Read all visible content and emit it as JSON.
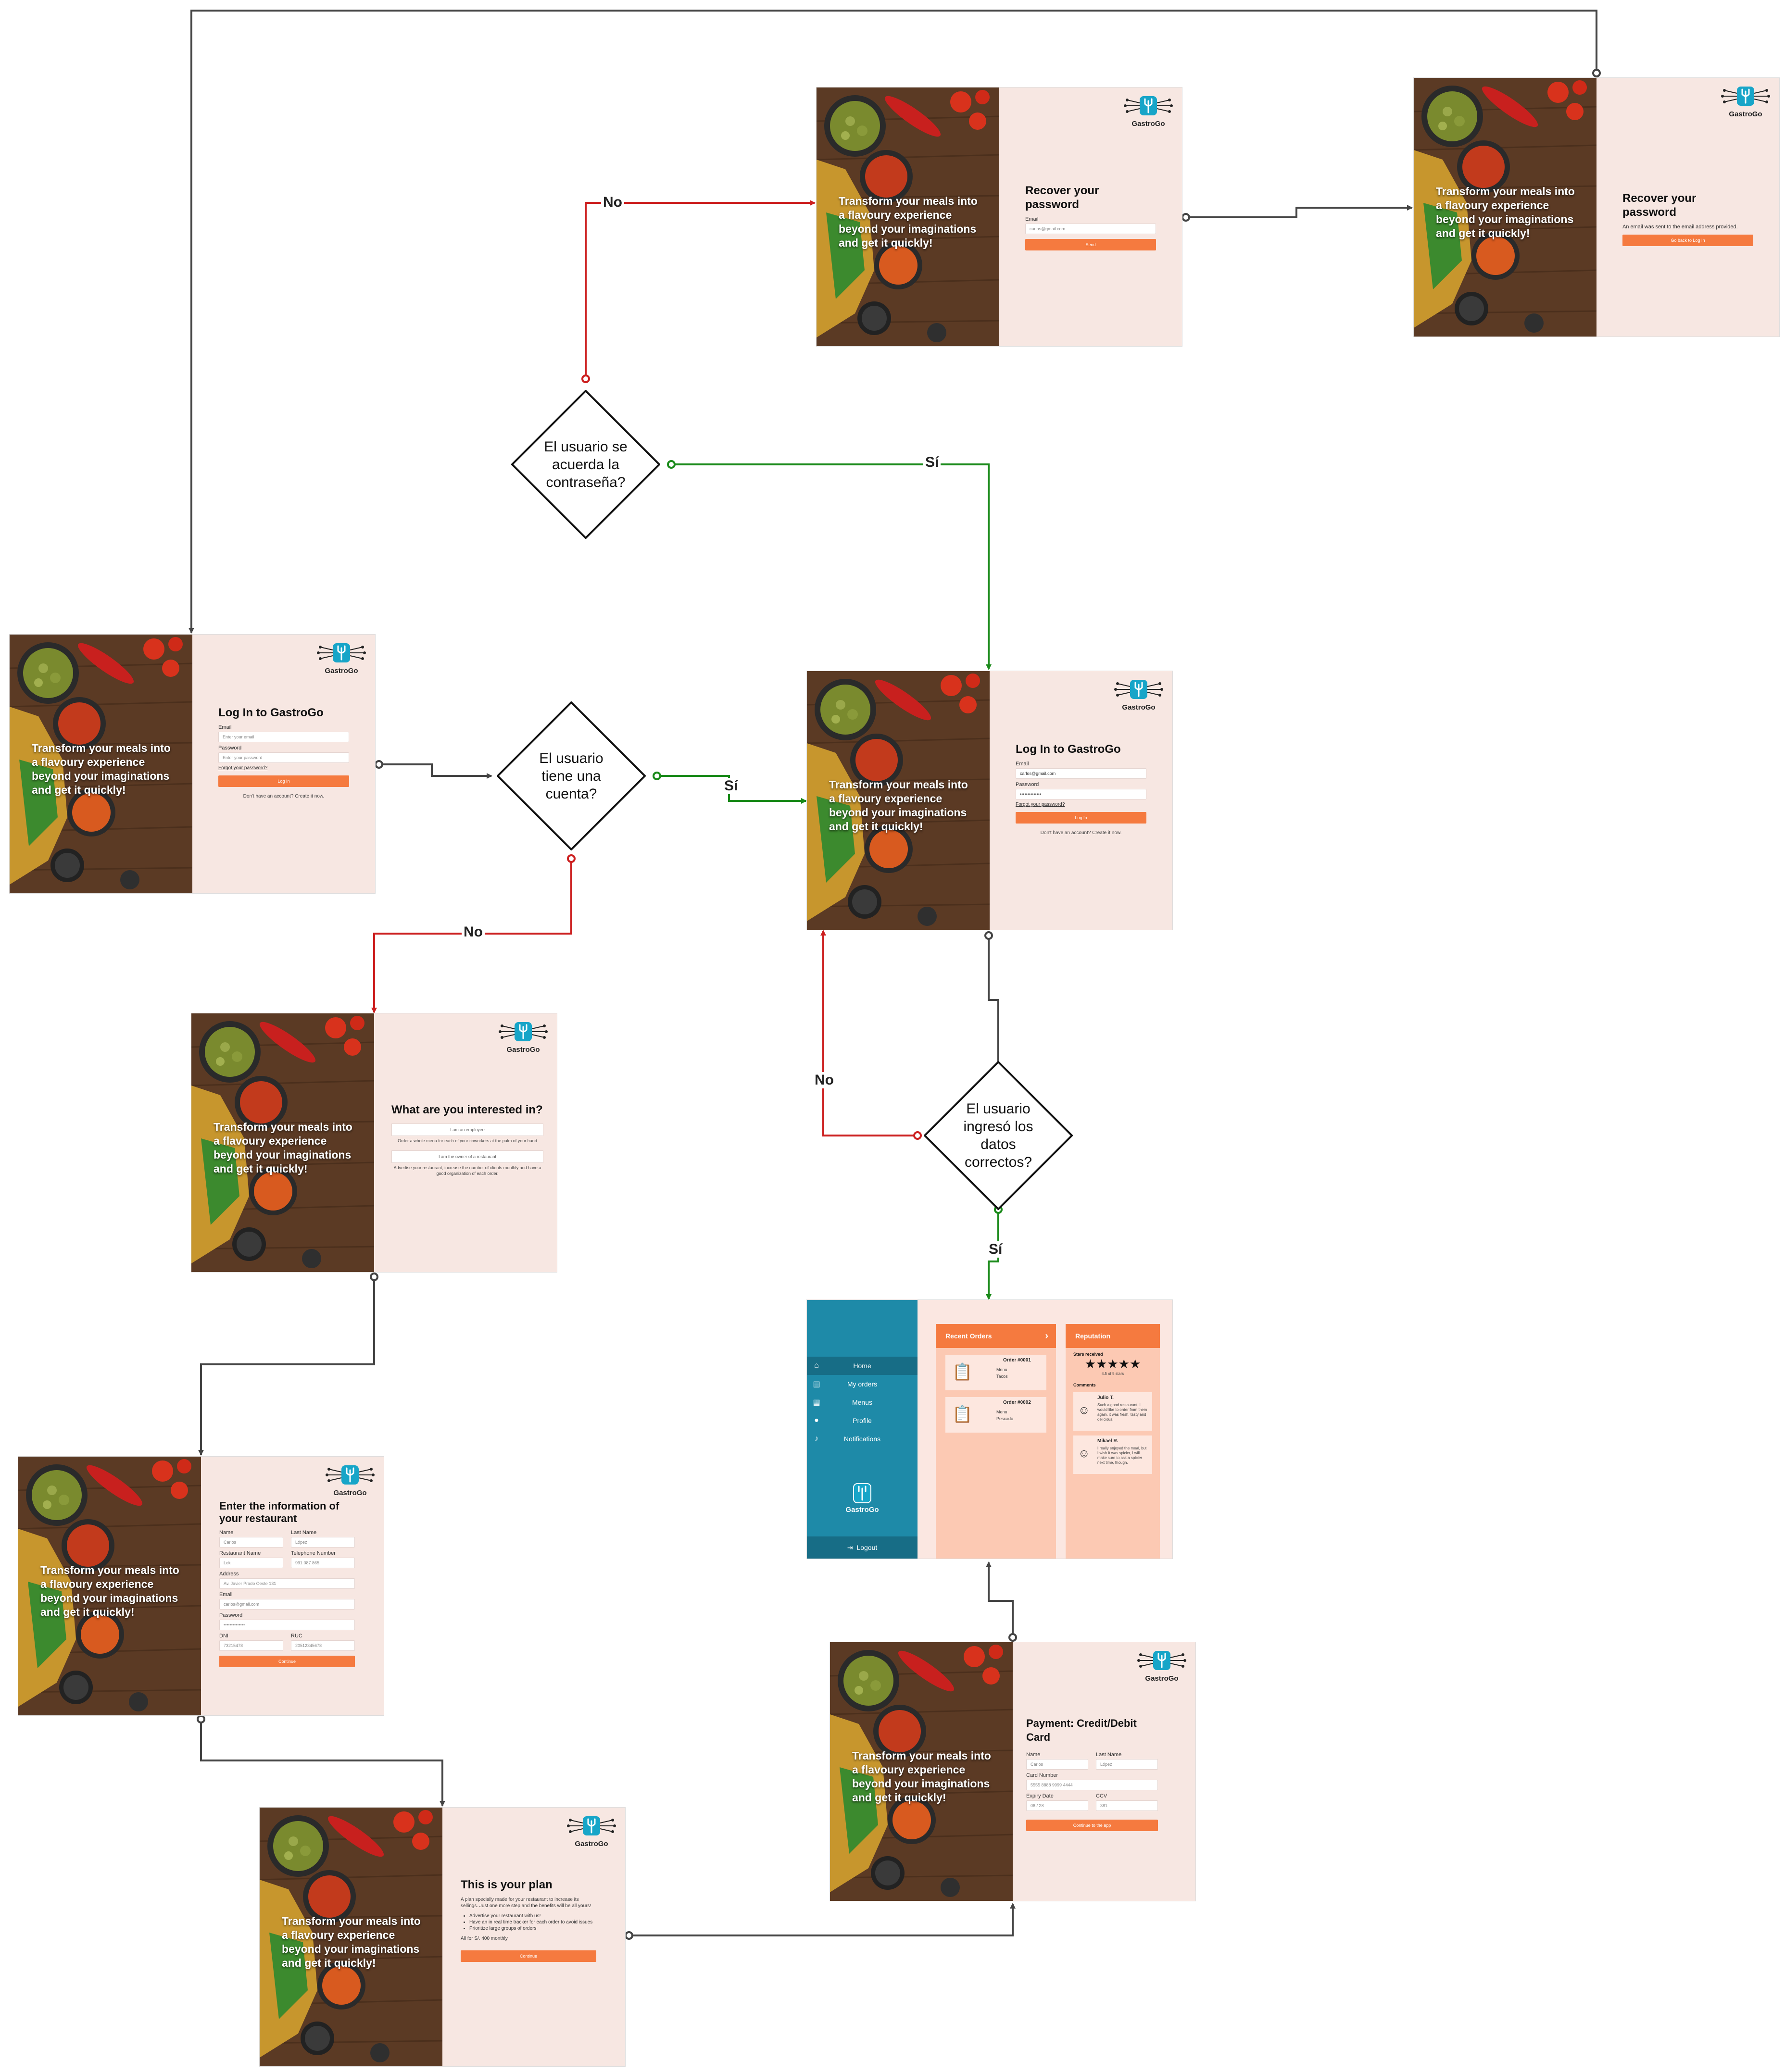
{
  "tagline": "Transform your meals into a flavoury experience beyond your imaginations and get it quickly!",
  "brand": "GastroGo",
  "colors": {
    "accent": "#f57a3f",
    "panel": "#f7e7e2",
    "sidebar": "#1e8aa8",
    "yes_edge": "#1a8a1a",
    "no_edge": "#cc1f1f",
    "neutral_edge": "#444444"
  },
  "decisions": {
    "password": "El usuario se acuerda la contraseña?",
    "account": "El usuario tiene una cuenta?",
    "data": "El usuario ingresó los datos correctos?"
  },
  "edge_labels": {
    "yes": "Sí",
    "no": "No"
  },
  "login": {
    "title": "Log In to GastroGo",
    "email_label": "Email",
    "email_placeholder": "Enter your email",
    "password_label": "Password",
    "password_placeholder": "Enter your password",
    "forgot": "Forgot your password?",
    "button": "Log In",
    "signup": "Don't have an account? Create it now."
  },
  "login_filled": {
    "email_value": "carlos@gmail.com",
    "password_value": "••••••••••••••"
  },
  "recover": {
    "title": "Recover your password",
    "email_label": "Email",
    "email_value": "carlos@gmail.com",
    "button": "Send"
  },
  "recover_sent": {
    "title": "Recover your password",
    "message": "An email was sent to the email address provided.",
    "button": "Go back to Log In"
  },
  "interest": {
    "title": "What are you interested in?",
    "option1": "I am an employee",
    "option1_desc": "Order a whole menu for each of your coworkers at the palm of your hand",
    "option2": "I am the owner of a restaurant",
    "option2_desc": "Advertise your restaurant, increase the number of clients monthly and have a good organization of each order."
  },
  "restaurant": {
    "title": "Enter the information of your restaurant",
    "name_label": "Name",
    "name_value": "Carlos",
    "lastname_label": "Last Name",
    "lastname_value": "López",
    "restname_label": "Restaurant Name",
    "restname_value": "Lek",
    "phone_label": "Telephone Number",
    "phone_value": "991 087 865",
    "address_label": "Address",
    "address_value": "Av. Javier Prado Oeste 131",
    "email_label": "Email",
    "email_value": "carlos@gmail.com",
    "password_label": "Password",
    "password_value": "••••••••••••••",
    "dni_label": "DNI",
    "dni_value": "73215478",
    "ruc_label": "RUC",
    "ruc_value": "20512345678",
    "button": "Continue"
  },
  "plan": {
    "title": "This is your plan",
    "desc": "A plan specially made for your restaurant to increase its sellings. Just one more step and the benefits will be all yours!",
    "benefits": [
      "Advertise your restaurant with us!",
      "Have an in real time tracker for each order to avoid issues",
      "Prioritize large groups of orders"
    ],
    "price": "All for S/. 400 monthly",
    "button": "Continue"
  },
  "payment": {
    "title": "Payment: Credit/Debit Card",
    "name_label": "Name",
    "name_value": "Carlos",
    "lastname_label": "Last Name",
    "lastname_value": "López",
    "card_label": "Card Number",
    "card_value": "5555 8888 9999 4444",
    "expiry_label": "Expiry Date",
    "expiry_value": "06 / 28",
    "ccv_label": "CCV",
    "ccv_value": "381",
    "button": "Continue to the app"
  },
  "dashboard": {
    "nav": [
      {
        "label": "Home",
        "icon": "home-icon"
      },
      {
        "label": "My orders",
        "icon": "orders-icon"
      },
      {
        "label": "Menus",
        "icon": "menu-icon"
      },
      {
        "label": "Profile",
        "icon": "profile-icon"
      },
      {
        "label": "Notifications",
        "icon": "bell-icon"
      }
    ],
    "logout": "Logout",
    "recent_orders": "Recent Orders",
    "orders": [
      {
        "title": "Order #0001",
        "line1": "Menu",
        "line2": "Tacos"
      },
      {
        "title": "Order #0002",
        "line1": "Menu",
        "line2": "Pescado"
      }
    ],
    "reputation": "Reputation",
    "stars_received": "Stars received",
    "stars": "★★★★★",
    "stars_note": "4.5 of 5 stars",
    "comments_label": "Comments",
    "comments": [
      {
        "name": "Julio T.",
        "text": "Such a good restaurant, I would like to order from them again, it was fresh, tasty and delicious."
      },
      {
        "name": "Mikael R.",
        "text": "I really enjoyed the meal, but I wish it was spicier, I will make sure to ask a spicier next time, though."
      }
    ]
  }
}
